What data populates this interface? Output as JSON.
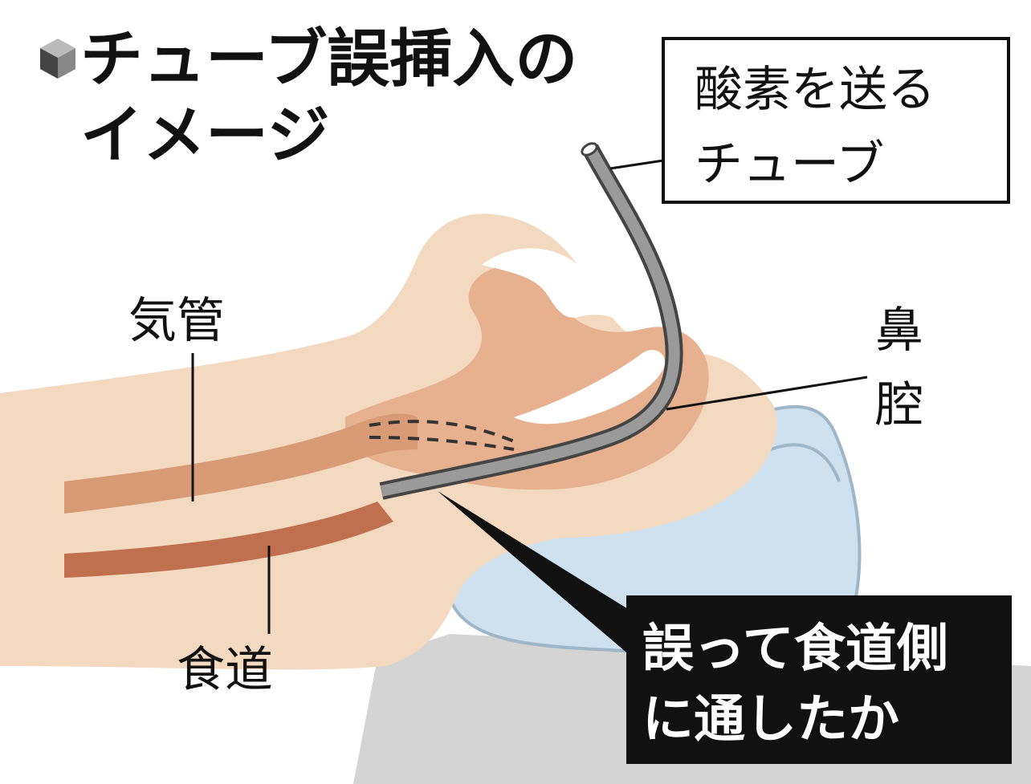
{
  "title": {
    "line1": "チューブ誤挿入の",
    "line2": "イメージ"
  },
  "icon": "cube-icon",
  "callouts": {
    "tube": {
      "line1": "酸素を送る",
      "line2": "チューブ"
    },
    "misplaced": {
      "line1": "誤って食道側",
      "line2": "に通したか"
    }
  },
  "labels": {
    "trachea": "気管",
    "nasal_cavity_line1": "鼻",
    "nasal_cavity_line2": "腔",
    "esophagus": "食道"
  },
  "colors": {
    "skin": "#f3d9bf",
    "tissue": "#d99a76",
    "esophagus": "#c0704e",
    "tube": "#8a8a8a",
    "pillow": "#cfe0ee",
    "bed": "#d4d4d4",
    "callout_dark": "#111111"
  }
}
